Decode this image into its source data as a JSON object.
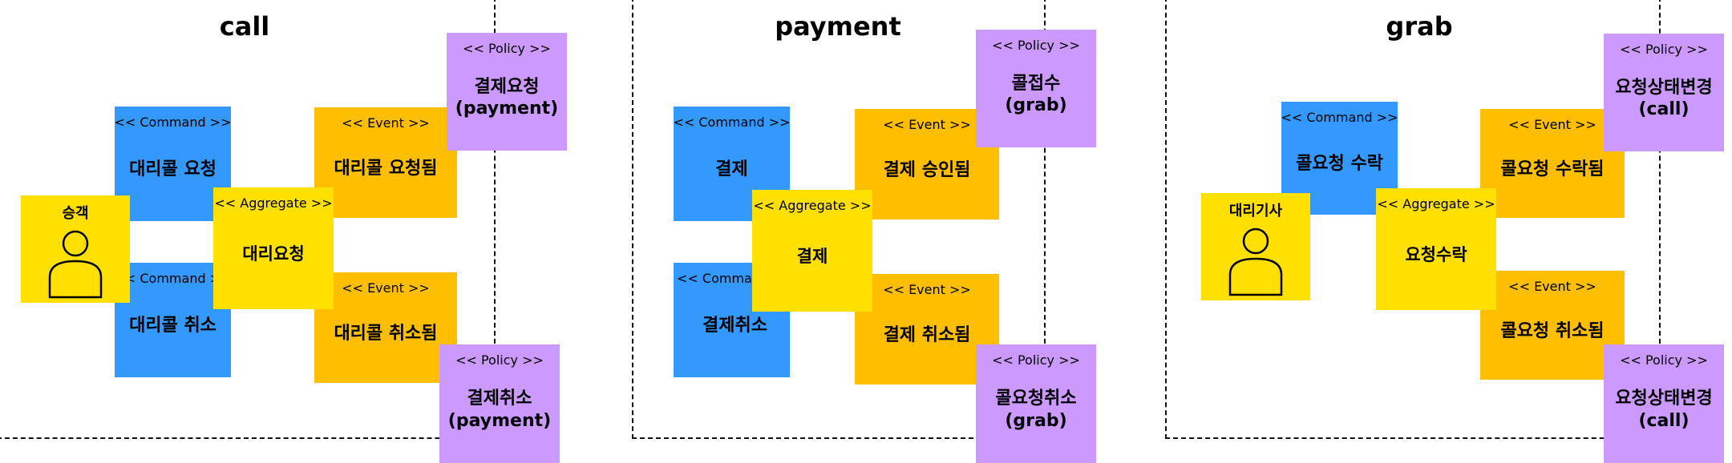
{
  "contexts": [
    {
      "title": "call"
    },
    {
      "title": "payment"
    },
    {
      "title": "grab"
    }
  ],
  "stereotypes": {
    "command": "<< Command >>",
    "event": "<< Event >>",
    "policy": "<< Policy >>",
    "aggregate": "<< Aggregate >>"
  },
  "call": {
    "actor": "승객",
    "command_request": "대리콜 요청",
    "command_cancel": "대리콜 취소",
    "aggregate": "대리요청",
    "event_requested": "대리콜 요청됨",
    "event_cancelled": "대리콜 취소됨",
    "policy_top": "결제요청\n(payment)",
    "policy_bottom": "결제취소\n(payment)"
  },
  "payment": {
    "command_pay": "결제",
    "command_cancel": "결제취소",
    "command_cancel_stereotype": "<< Comman",
    "aggregate": "결제",
    "event_approved": "결제 승인됨",
    "event_cancelled": "결제 취소됨",
    "policy_top": "콜접수\n(grab)",
    "policy_bottom": "콜요청취소\n(grab)"
  },
  "grab": {
    "actor": "대리기사",
    "command_accept": "콜요청 수락",
    "aggregate": "요청수락",
    "event_accepted": "콜요청 수락됨",
    "event_cancelled": "콜요청 취소됨",
    "policy_top": "요청상태변경\n(call)",
    "policy_bottom": "요청상태변경\n(call)"
  },
  "colors": {
    "command": "#3399ff",
    "event": "#ffbf00",
    "policy": "#cc99ff",
    "aggregate": "#ffe000",
    "actor": "#ffe000"
  }
}
